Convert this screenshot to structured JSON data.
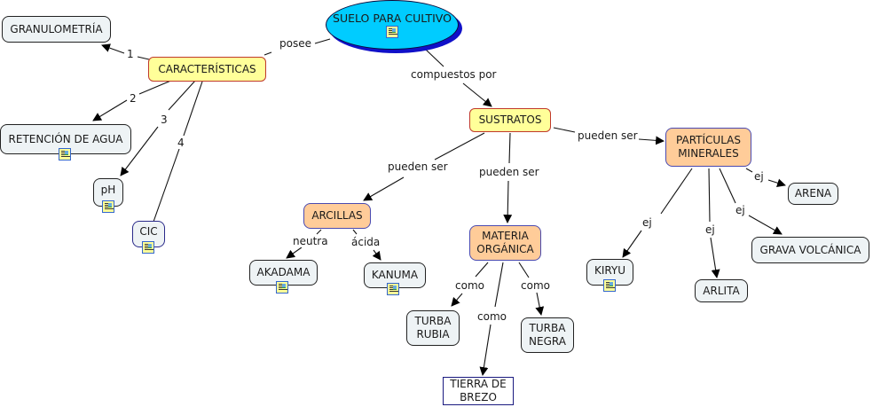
{
  "title": "SUELO PARA CULTIVO",
  "nodes": {
    "root": "SUELO PARA CULTIVO",
    "caracteristicas": "CARACTERÍSTICAS",
    "granulometria": "GRANULOMETRÍA",
    "retencion": "RETENCIÓN DE AGUA",
    "ph": "pH",
    "cic": "CIC",
    "sustratos": "SUSTRATOS",
    "arcillas": "ARCILLAS",
    "akadama": "AKADAMA",
    "kanuma": "KANUMA",
    "materia_l1": "MATERIA",
    "materia_l2": "ORGÁNICA",
    "turba_rubia_l1": "TURBA",
    "turba_rubia_l2": "RUBIA",
    "turba_negra_l1": "TURBA",
    "turba_negra_l2": "NEGRA",
    "tierra_l1": "TIERRA DE",
    "tierra_l2": "BREZO",
    "particulas_l1": "PARTÍCULAS",
    "particulas_l2": "MINERALES",
    "arena": "ARENA",
    "kiryu": "KIRYU",
    "arlita": "ARLITA",
    "grava": "GRAVA VOLCÁNICA"
  },
  "links": {
    "posee": "posee",
    "compuestos_por": "compuestos por",
    "n1": "1",
    "n2": "2",
    "n3": "3",
    "n4": "4",
    "pueden_ser_arcillas": "pueden ser",
    "pueden_ser_materia": "pueden ser",
    "pueden_ser_particulas": "pueden ser",
    "neutra": "neutra",
    "acida": "ácida",
    "como_rubia": "como",
    "como_tierra": "como",
    "como_negra": "como",
    "ej_arena": "ej",
    "ej_kiryu": "ej",
    "ej_arlita": "ej",
    "ej_grava": "ej"
  },
  "colors": {
    "root_fill": "#00ccff",
    "root_shadow": "#1010c8",
    "yellow_fill": "#ffff99",
    "yellow_border": "#c0392b",
    "orange_fill": "#ffcc99",
    "leaf_fill": "#eef3f5"
  }
}
